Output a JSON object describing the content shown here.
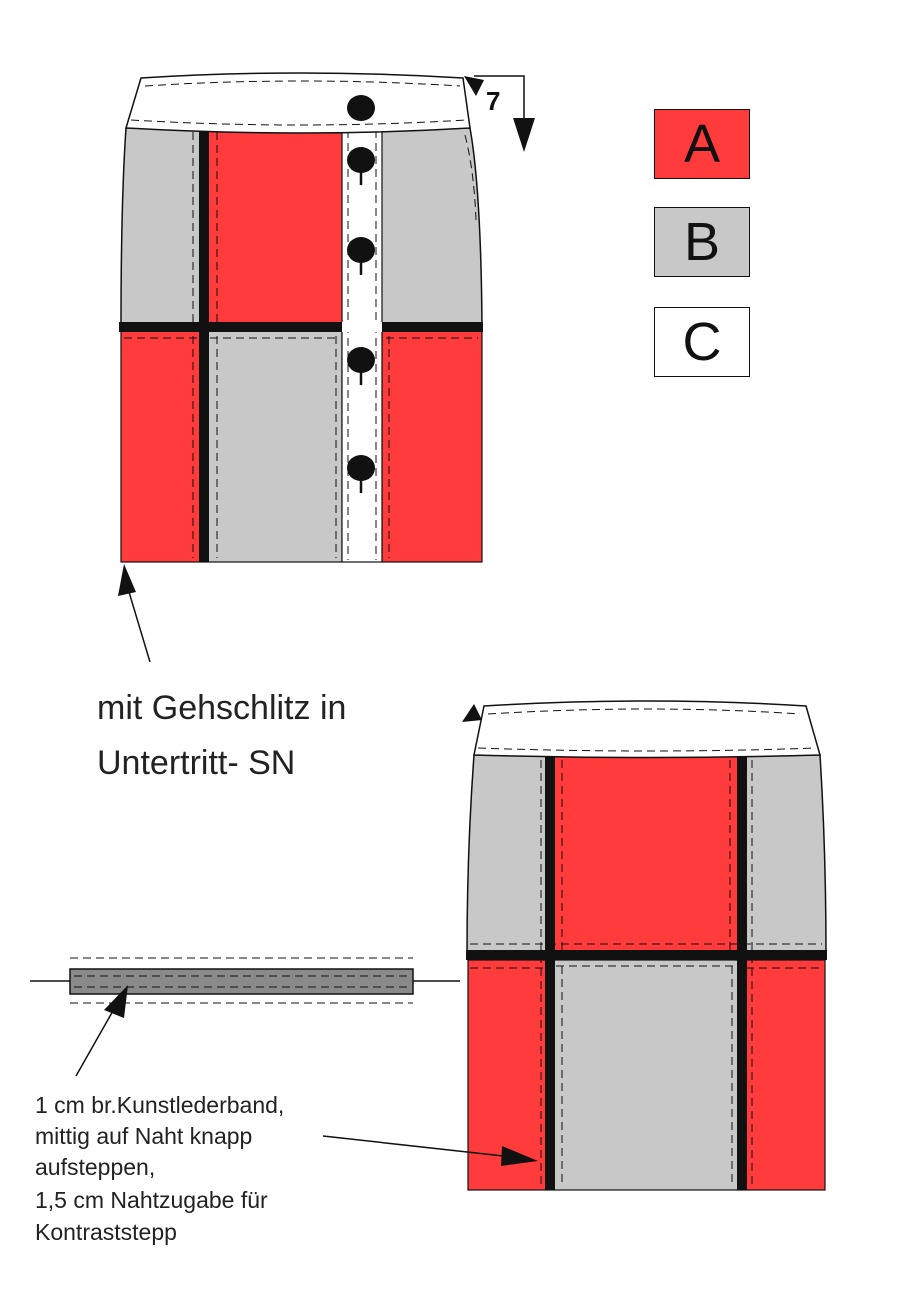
{
  "colors": {
    "A": "#ff3b3b",
    "B": "#c8c8c8",
    "C": "#ffffff",
    "band": "#8a8a8a",
    "line": "#111111"
  },
  "legend": [
    {
      "key": "A",
      "label": "A"
    },
    {
      "key": "B",
      "label": "B"
    },
    {
      "key": "C",
      "label": "C"
    }
  ],
  "annotations": {
    "waistband_measure": "7",
    "slit_note_line1": "mit Gehschlitz in",
    "slit_note_line2": "Untertritt- SN",
    "band_note": [
      "1 cm br.Kunstlederband,",
      "mittig auf Naht knapp",
      "aufsteppen,",
      "1,5 cm Nahtzugabe für",
      "Kontraststepp"
    ]
  },
  "front_skirt": {
    "buttons": 5
  }
}
